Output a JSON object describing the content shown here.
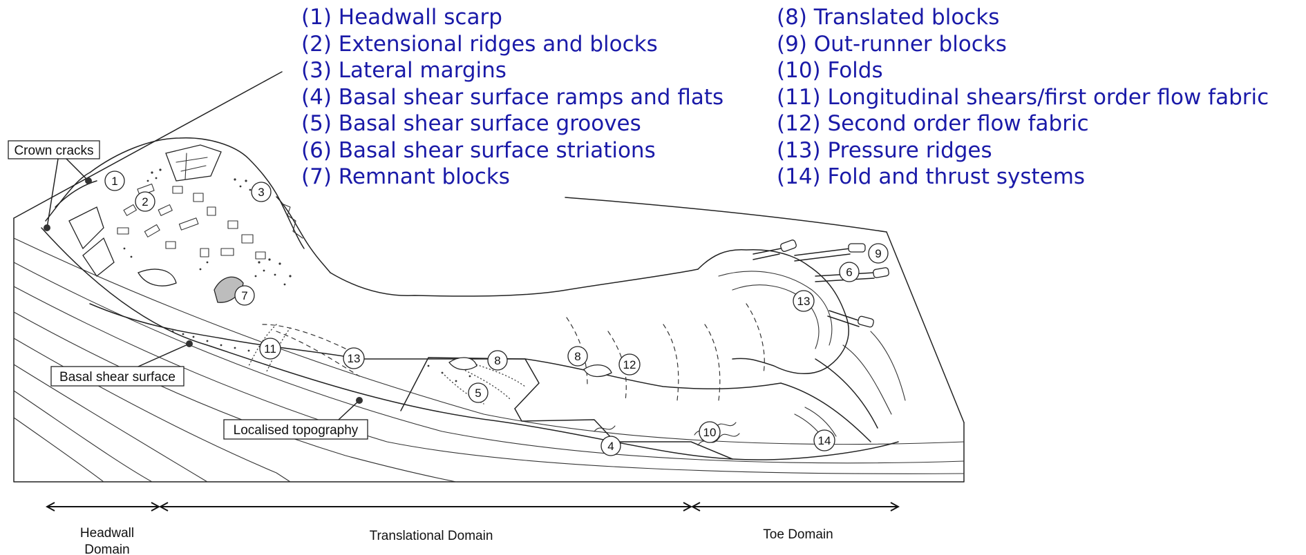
{
  "legend_left": [
    "(1)  Headwall scarp",
    "(2)  Extensional ridges and blocks",
    "(3) Lateral margins",
    "(4) Basal shear surface ramps and flats",
    "(5) Basal shear surface grooves",
    "(6) Basal shear surface striations",
    "(7) Remnant blocks"
  ],
  "legend_right": [
    "(8) Translated blocks",
    "(9) Out-runner blocks",
    "(10) Folds",
    "(11) Longitudinal shears/first order flow fabric",
    "(12) Second order flow fabric",
    "(13) Pressure ridges",
    "(14) Fold and thrust systems"
  ],
  "labels": {
    "crown_cracks": "Crown cracks",
    "basal_shear_surface": "Basal shear surface",
    "localised_topography": "Localised topography"
  },
  "domains": {
    "headwall_line1": "Headwall",
    "headwall_line2": "Domain",
    "translational": "Translational Domain",
    "toe": "Toe Domain"
  },
  "markers": {
    "m1": "1",
    "m2": "2",
    "m3": "3",
    "m4": "4",
    "m5": "5",
    "m6": "6",
    "m7": "7",
    "m8a": "8",
    "m8b": "8",
    "m9": "9",
    "m10": "10",
    "m11": "11",
    "m12": "12",
    "m13a": "13",
    "m13b": "13",
    "m14": "14"
  }
}
